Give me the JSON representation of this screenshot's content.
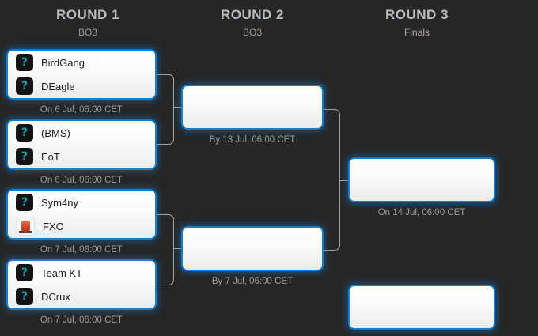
{
  "rounds": [
    {
      "title": "ROUND 1",
      "subtitle": "BO3"
    },
    {
      "title": "ROUND 2",
      "subtitle": "BO3"
    },
    {
      "title": "ROUND 3",
      "subtitle": "Finals"
    }
  ],
  "matches": {
    "r1m1": {
      "teams": [
        {
          "name": "BirdGang",
          "logo": "unknown-team-icon",
          "glyph": "?"
        },
        {
          "name": "DEagle",
          "logo": "unknown-team-icon",
          "glyph": "?"
        }
      ],
      "date": "On 6 Jul, 06:00 CET"
    },
    "r1m2": {
      "teams": [
        {
          "name": "(BMS)",
          "logo": "unknown-team-icon",
          "glyph": "?"
        },
        {
          "name": "EoT",
          "logo": "unknown-team-icon",
          "glyph": "?"
        }
      ],
      "date": "On 6 Jul, 06:00 CET"
    },
    "r1m3": {
      "teams": [
        {
          "name": "Sym4ny",
          "logo": "unknown-team-icon",
          "glyph": "?"
        },
        {
          "name": "FXO",
          "logo": "fxo-team-logo",
          "glyph": ""
        }
      ],
      "date": "On 7 Jul, 06:00 CET"
    },
    "r1m4": {
      "teams": [
        {
          "name": "Team KT",
          "logo": "unknown-team-icon",
          "glyph": "?"
        },
        {
          "name": "DCrux",
          "logo": "unknown-team-icon",
          "glyph": "?"
        }
      ],
      "date": "On 7 Jul, 06:00 CET"
    },
    "r2m1": {
      "teams": [],
      "date": "By 13 Jul, 06:00 CET"
    },
    "r2m2": {
      "teams": [],
      "date": "By 7 Jul, 06:00 CET"
    },
    "r3m1": {
      "teams": [],
      "date": "On 14 Jul, 06:00 CET"
    },
    "r3m2": {
      "teams": [],
      "date": ""
    }
  },
  "colors": {
    "background": "#262626",
    "card_border": "#0d7fd4",
    "card_glow": "#1478c8",
    "round_title": "#b9bcc0",
    "round_sub": "#9a9a96",
    "date_text": "#9b9b97",
    "team_name": "#1b1b1b",
    "logo_background": "#131313",
    "logo_glyph": "#17a2b0",
    "connector": "#a8a8a4"
  }
}
